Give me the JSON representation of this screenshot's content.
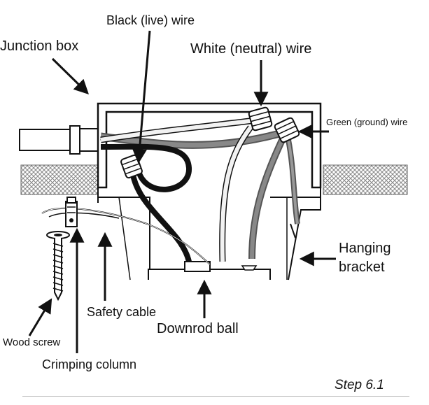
{
  "labels": {
    "junction_box": "Junction box",
    "black_wire": "Black (live) wire",
    "white_wire": "White (neutral) wire",
    "green_wire": "Green (ground) wire",
    "hanging_bracket_line1": "Hanging",
    "hanging_bracket_line2": "bracket",
    "safety_cable": "Safety cable",
    "downrod_ball": "Downrod ball",
    "wood_screw": "Wood screw",
    "crimping_column": "Crimping column"
  },
  "step": "Step 6.1",
  "colors": {
    "line": "#111111",
    "black_wire": "#111111",
    "white_wire": "#f2f2f2",
    "ground_wire": "#777777",
    "ceiling_hatch": "#9a9a9a",
    "box_fill": "#ffffff"
  },
  "icons": [
    "junction-box",
    "wire-nut",
    "wood-screw",
    "downrod-ball",
    "hanging-bracket",
    "crimping-column"
  ]
}
